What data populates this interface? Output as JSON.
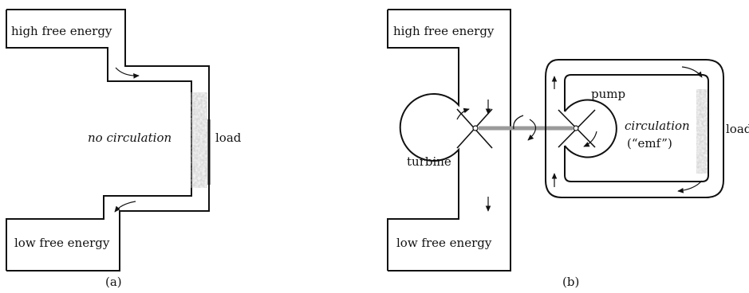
{
  "panel_a": {
    "top_reservoir": "high free energy",
    "bottom_reservoir": "low free energy",
    "center_text": "no circulation",
    "load_label": "load",
    "caption": "(a)"
  },
  "panel_b": {
    "top_reservoir": "high free energy",
    "bottom_reservoir": "low free energy",
    "turbine_label": "turbine",
    "pump_label": "pump",
    "circulation_label": "circulation",
    "emf_label": "(“emf”)",
    "load_label": "load",
    "caption": "(b)"
  },
  "colors": {
    "line": "#111111",
    "shaft": "#9a9a9a",
    "load_fill": "#b5b5b5"
  },
  "icons": [
    "flow-arrow-icon",
    "rotation-arrow-icon",
    "turbine-blade-icon",
    "pump-blade-icon"
  ]
}
